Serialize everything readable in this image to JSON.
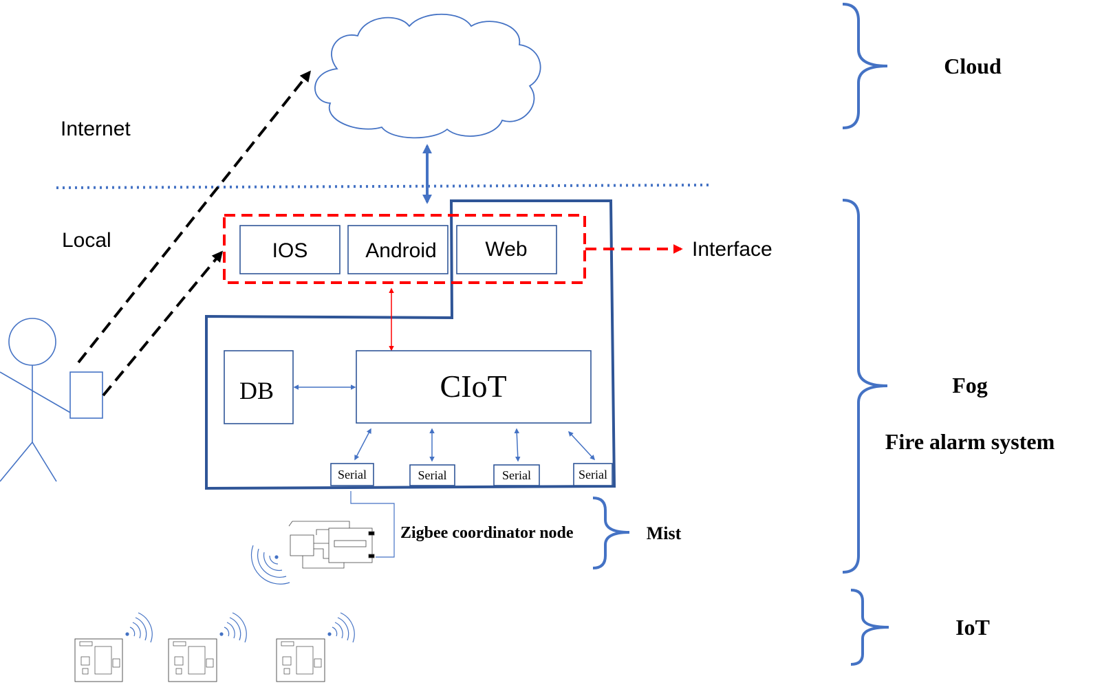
{
  "zones": {
    "internet": "Internet",
    "local": "Local"
  },
  "interface_boxes": {
    "ios": "IOS",
    "android": "Android",
    "web": "Web"
  },
  "interface_label": "Interface",
  "fog_boxes": {
    "db": "DB",
    "ciot": "CIoT",
    "serial_1": "Serial",
    "serial_2": "Serial",
    "serial_3": "Serial",
    "serial_4": "Serial"
  },
  "coordinator_label": "Zigbee coordinator node",
  "layers": {
    "cloud": "Cloud",
    "fog": "Fog",
    "fire_alarm": "Fire alarm system",
    "mist": "Mist",
    "iot": "IoT"
  },
  "colors": {
    "blue_line": "#4472c4",
    "dark_blue_frame": "#2f5597",
    "red_dashed": "#ff0000",
    "black": "#000000"
  }
}
